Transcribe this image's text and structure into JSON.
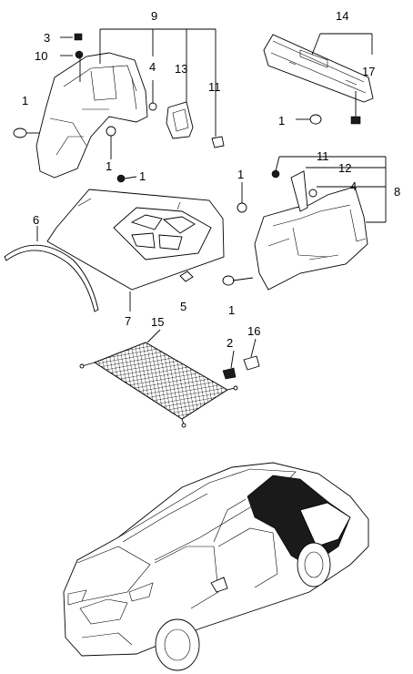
{
  "colors": {
    "ink": "#000000",
    "background": "#ffffff",
    "shade": "#1a1a1a"
  },
  "callouts": [
    {
      "id": "c9",
      "label": "9"
    },
    {
      "id": "c3",
      "label": "3"
    },
    {
      "id": "c10",
      "label": "10"
    },
    {
      "id": "c4a",
      "label": "4"
    },
    {
      "id": "c13",
      "label": "13"
    },
    {
      "id": "c11a",
      "label": "11"
    },
    {
      "id": "c1a",
      "label": "1"
    },
    {
      "id": "c1b",
      "label": "1"
    },
    {
      "id": "c1c",
      "label": "1"
    },
    {
      "id": "c14",
      "label": "14"
    },
    {
      "id": "c17",
      "label": "17"
    },
    {
      "id": "c1d",
      "label": "1"
    },
    {
      "id": "c11b",
      "label": "11"
    },
    {
      "id": "c12",
      "label": "12"
    },
    {
      "id": "c1e",
      "label": "1"
    },
    {
      "id": "c4b",
      "label": "4"
    },
    {
      "id": "c8",
      "label": "8"
    },
    {
      "id": "c6",
      "label": "6"
    },
    {
      "id": "c5",
      "label": "5"
    },
    {
      "id": "c1f",
      "label": "1"
    },
    {
      "id": "c7",
      "label": "7"
    },
    {
      "id": "c15",
      "label": "15"
    },
    {
      "id": "c2",
      "label": "2"
    },
    {
      "id": "c16",
      "label": "16"
    }
  ]
}
